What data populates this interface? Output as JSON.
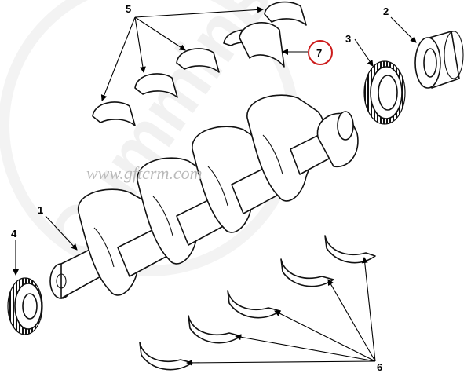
{
  "watermark": {
    "brand": "Cummins",
    "url": "www.gftcrm.com"
  },
  "callouts": {
    "c1": "1",
    "c2": "2",
    "c3": "3",
    "c4": "4",
    "c5": "5",
    "c6": "6",
    "c7": "7"
  },
  "colors": {
    "line": "#111111",
    "highlight": "#cc1b1b",
    "watermark_url": "#b9b9b9",
    "watermark_brand": "#f1f1f1"
  }
}
